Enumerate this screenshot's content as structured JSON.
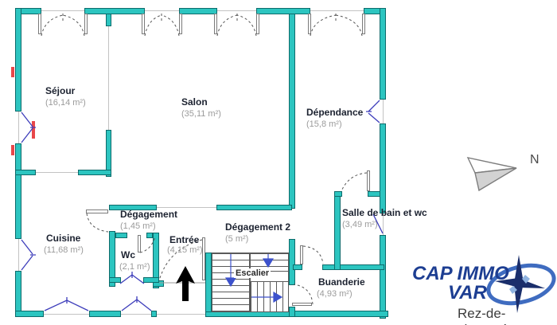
{
  "plan": {
    "title": "Rez-de-chaussée floor plan",
    "rooms": [
      {
        "name": "Séjour",
        "area": "(16,14 m²)"
      },
      {
        "name": "Salon",
        "area": "(35,11 m²)"
      },
      {
        "name": "Dépendance",
        "area": "(15,8 m²)"
      },
      {
        "name": "Cuisine",
        "area": "(11,68 m²)"
      },
      {
        "name": "Dégagement",
        "area": "(1,45 m²)"
      },
      {
        "name": "Wc",
        "area": "(2,1 m²)"
      },
      {
        "name": "Entrée",
        "area": "(4,15 m²)"
      },
      {
        "name": "Dégagement 2",
        "area": "(5 m²)"
      },
      {
        "name": "Salle de bain et wc",
        "area": "(3,49 m²)"
      },
      {
        "name": "Buanderie",
        "area": "(4,93 m²)"
      },
      {
        "name": "Escalier",
        "area": ""
      }
    ],
    "north_label": "N"
  },
  "logo": {
    "line1": "CAP IMMO",
    "line2": "VAR",
    "caption": "Rez-de-chaussée"
  },
  "colors": {
    "wall_fill": "#2cc5c0",
    "wall_edge": "#0d6b6b",
    "window_blue": "#3d3dbb",
    "logo_blue": "#1d3e92",
    "swoosh_blue": "#3f6cc0",
    "radiator_red": "#e8474a"
  }
}
